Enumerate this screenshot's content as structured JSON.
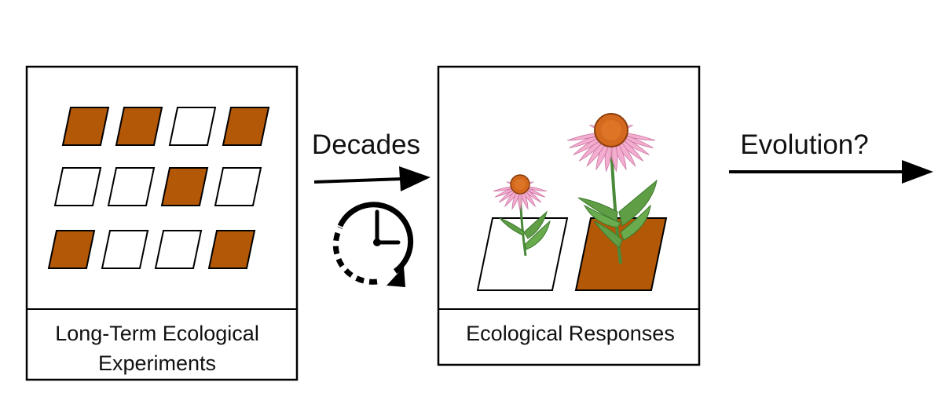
{
  "experiments_box": {
    "caption_line1": "Long-Term Ecological",
    "caption_line2": "Experiments",
    "plot_grid": [
      [
        "treated",
        "treated",
        "control",
        "treated"
      ],
      [
        "control",
        "control",
        "treated",
        "control"
      ],
      [
        "treated",
        "control",
        "control",
        "treated"
      ]
    ]
  },
  "time_arrow": {
    "label": "Decades",
    "icon": "clock-icon"
  },
  "responses_box": {
    "caption": "Ecological Responses",
    "plots": [
      {
        "treatment": "control",
        "flower": "small-coneflower-icon"
      },
      {
        "treatment": "treated",
        "flower": "large-coneflower-icon"
      }
    ]
  },
  "evolution_arrow": {
    "label": "Evolution?"
  },
  "colors": {
    "treated_plot": "#b35806",
    "control_plot": "#ffffff",
    "outline": "#000000",
    "petal": "#f2a8cc",
    "petal_edge": "#c76a9c",
    "cone": "#d2691e",
    "stem": "#4a8a3a",
    "leaf": "#5f9e45"
  }
}
